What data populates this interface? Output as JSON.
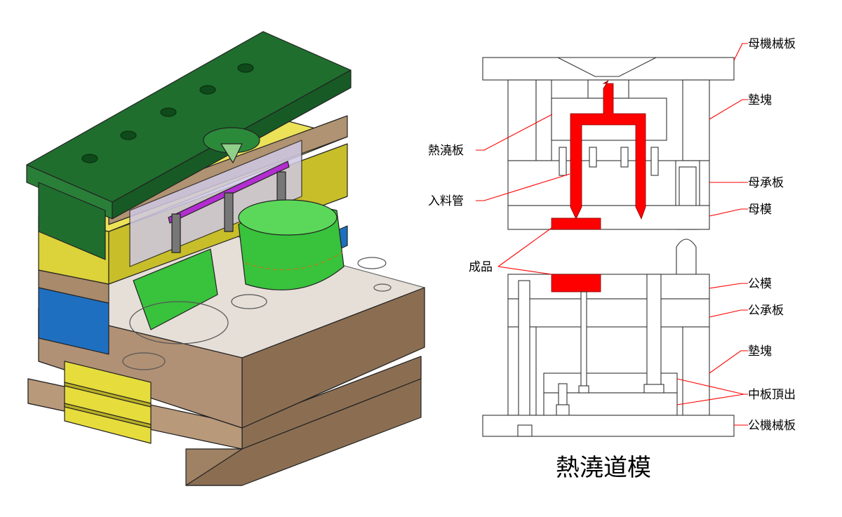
{
  "title": "熱澆道模",
  "labels": {
    "female_clamp_plate": "母機械板",
    "upper_spacer_block": "墊塊",
    "hot_runner_plate": "熱澆板",
    "female_support_plate": "母承板",
    "nozzle": "入料管",
    "cavity_plate": "母模",
    "product": "成品",
    "core_plate": "公模",
    "male_support_plate": "公承板",
    "lower_spacer_block": "墊塊",
    "ejector_plate": "中板頂出",
    "male_clamp_plate": "公機械板"
  },
  "colors": {
    "runner": "#ff0000",
    "leader": "#ff0000",
    "top_plate": "#1f6e2e",
    "yellow_plate": "#dcd23a",
    "blue_plate": "#1f6fc0",
    "tan_plate": "#a98a6a",
    "green_part": "#39c23c",
    "purple_manifold": "#b22ed0"
  }
}
